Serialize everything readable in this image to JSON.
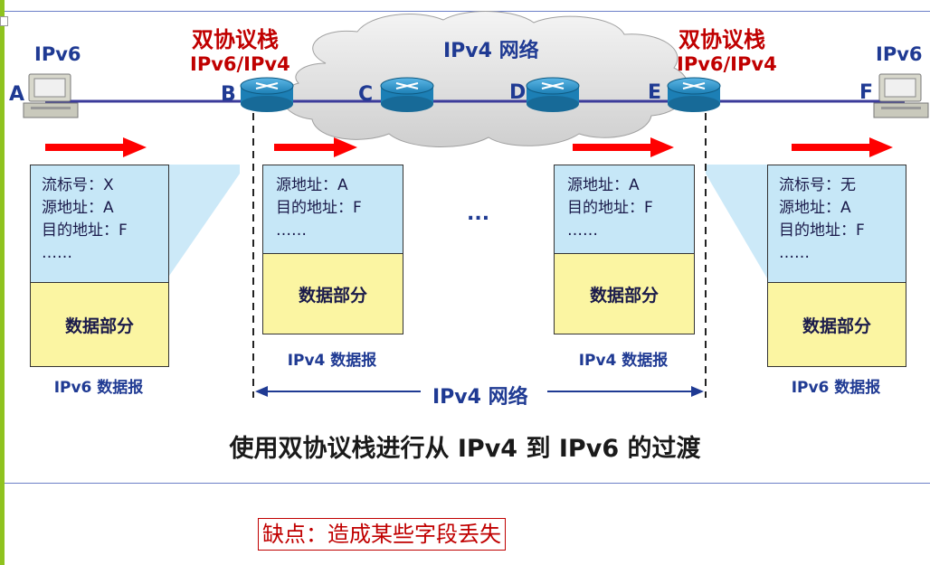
{
  "nodes": {
    "A": "A",
    "B": "B",
    "C": "C",
    "D": "D",
    "E": "E",
    "F": "F"
  },
  "labels": {
    "left_host": "IPv6",
    "right_host": "IPv6",
    "left_dual_stack": "双协议栈",
    "left_dual_stack_proto": "IPv6/IPv4",
    "right_dual_stack": "双协议栈",
    "right_dual_stack_proto": "IPv6/IPv4",
    "cloud": "IPv4 网络",
    "span": "IPv4 网络",
    "ellipsis": "..."
  },
  "packets": [
    {
      "lines": [
        "流标号：X",
        "源地址：A",
        "目的地址：F",
        "……"
      ],
      "data": "数据部分",
      "caption": "IPv6 数据报"
    },
    {
      "lines": [
        "源地址：A",
        "目的地址：F",
        "……"
      ],
      "data": "数据部分",
      "caption": "IPv4 数据报"
    },
    {
      "lines": [
        "源地址：A",
        "目的地址：F",
        "……"
      ],
      "data": "数据部分",
      "caption": "IPv4 数据报"
    },
    {
      "lines": [
        "流标号：无",
        "源地址：A",
        "目的地址：F",
        "……"
      ],
      "data": "数据部分",
      "caption": "IPv6 数据报"
    }
  ],
  "title": "使用双协议栈进行从 IPv4 到 IPv6 的过渡",
  "shortcoming": "缺点：造成某些字段丢失",
  "colors": {
    "label_blue": "#1f3a93",
    "label_red": "#c00000",
    "header_fill": "#c6e7f7",
    "data_fill": "#fbf5a2",
    "arrow_red": "#ff0000",
    "router": "#2a8fc4"
  }
}
